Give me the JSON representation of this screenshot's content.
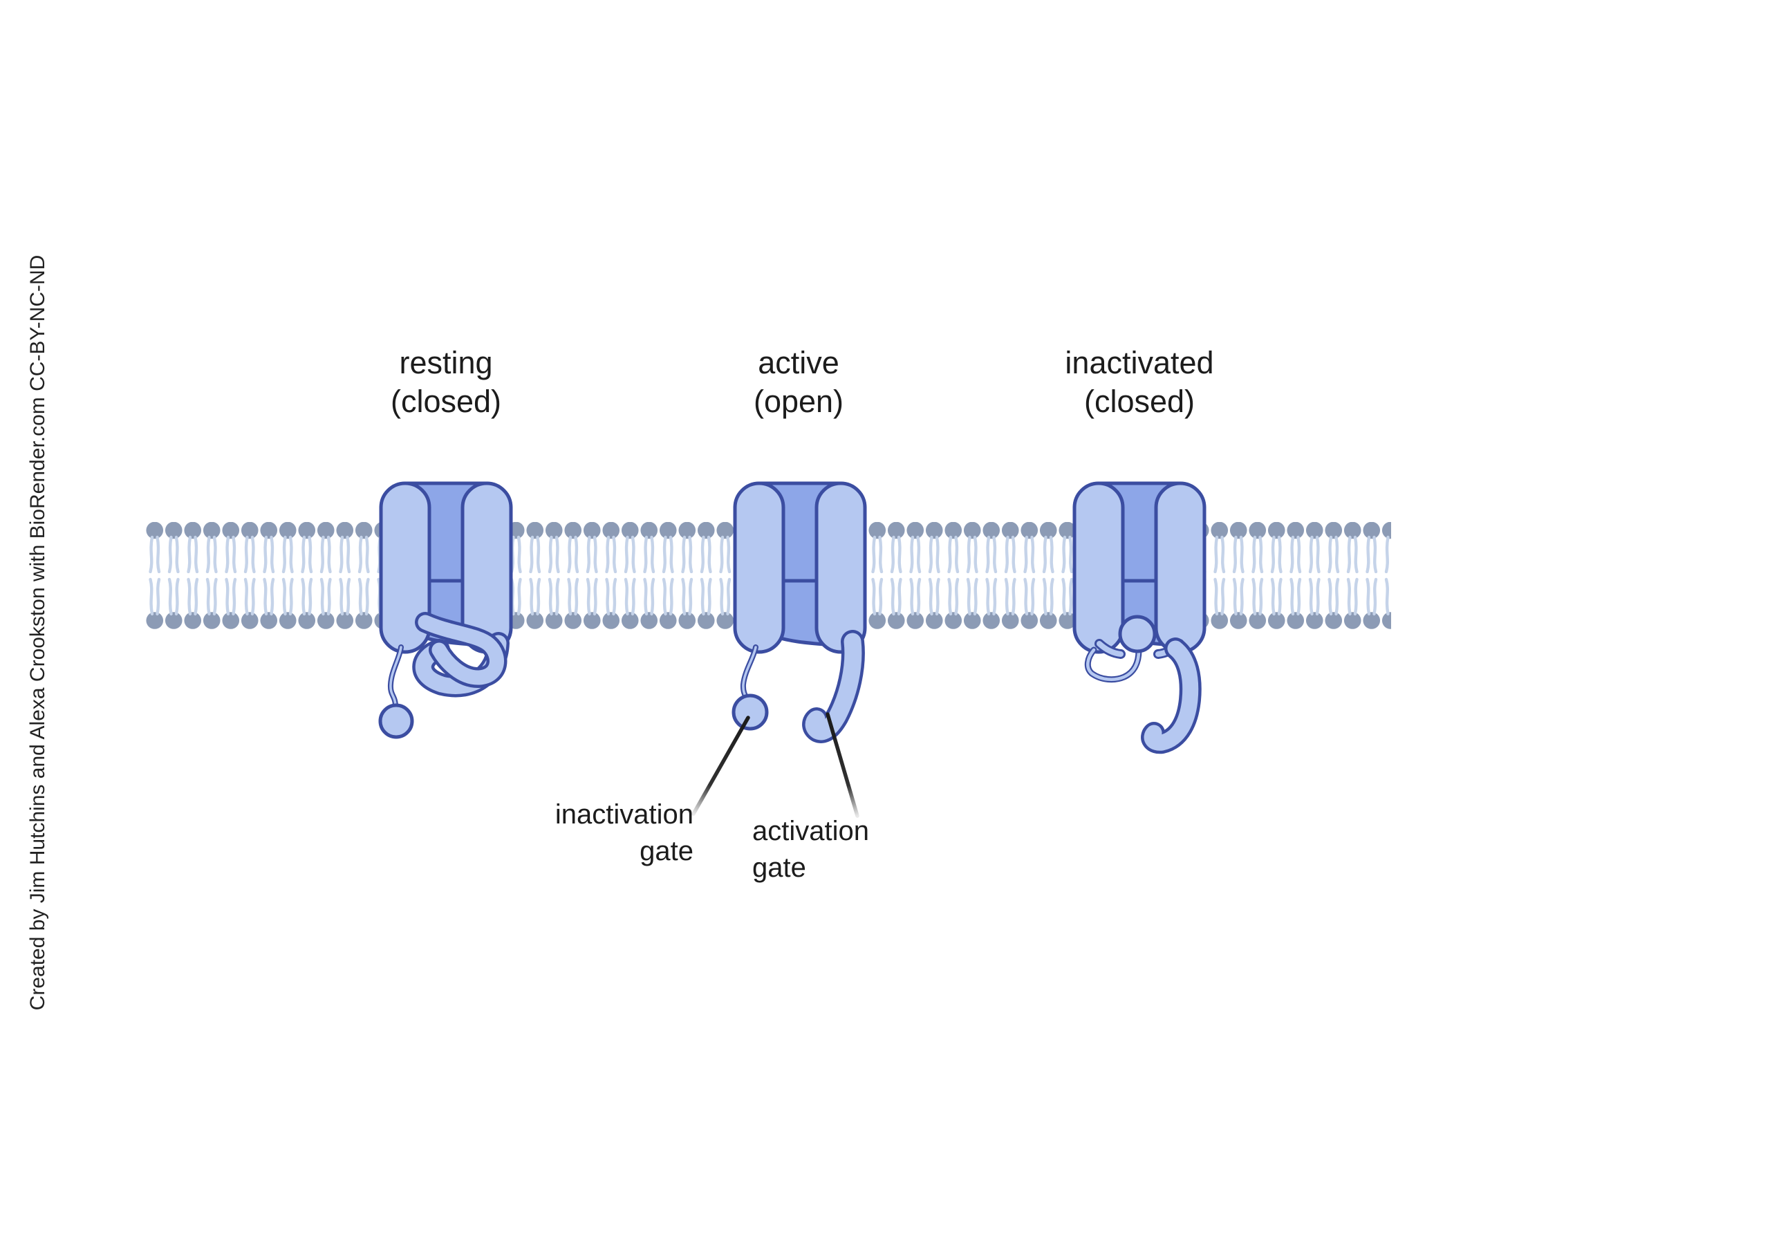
{
  "credit": "Created by Jim Hutchins and Alexa Crookston with BioRender.com CC-BY-NC-ND",
  "states": [
    {
      "id": "resting",
      "line1": "resting",
      "line2": "(closed)"
    },
    {
      "id": "active",
      "line1": "active",
      "line2": "(open)"
    },
    {
      "id": "inactivated",
      "line1": "inactivated",
      "line2": "(closed)"
    }
  ],
  "annotations": {
    "inactivation": {
      "line1": "inactivation",
      "line2": "gate"
    },
    "activation": {
      "line1": "activation",
      "line2": "gate"
    }
  },
  "colors": {
    "background": "#ffffff",
    "outline": "#3b4da1",
    "channel_light": "#b5c8f1",
    "channel_dark": "#8da6e8",
    "lipid_head": "#8c9bb5",
    "lipid_tail": "#c5d3e9",
    "text": "#1c1c1c",
    "pointer": "#1b1b1b"
  }
}
